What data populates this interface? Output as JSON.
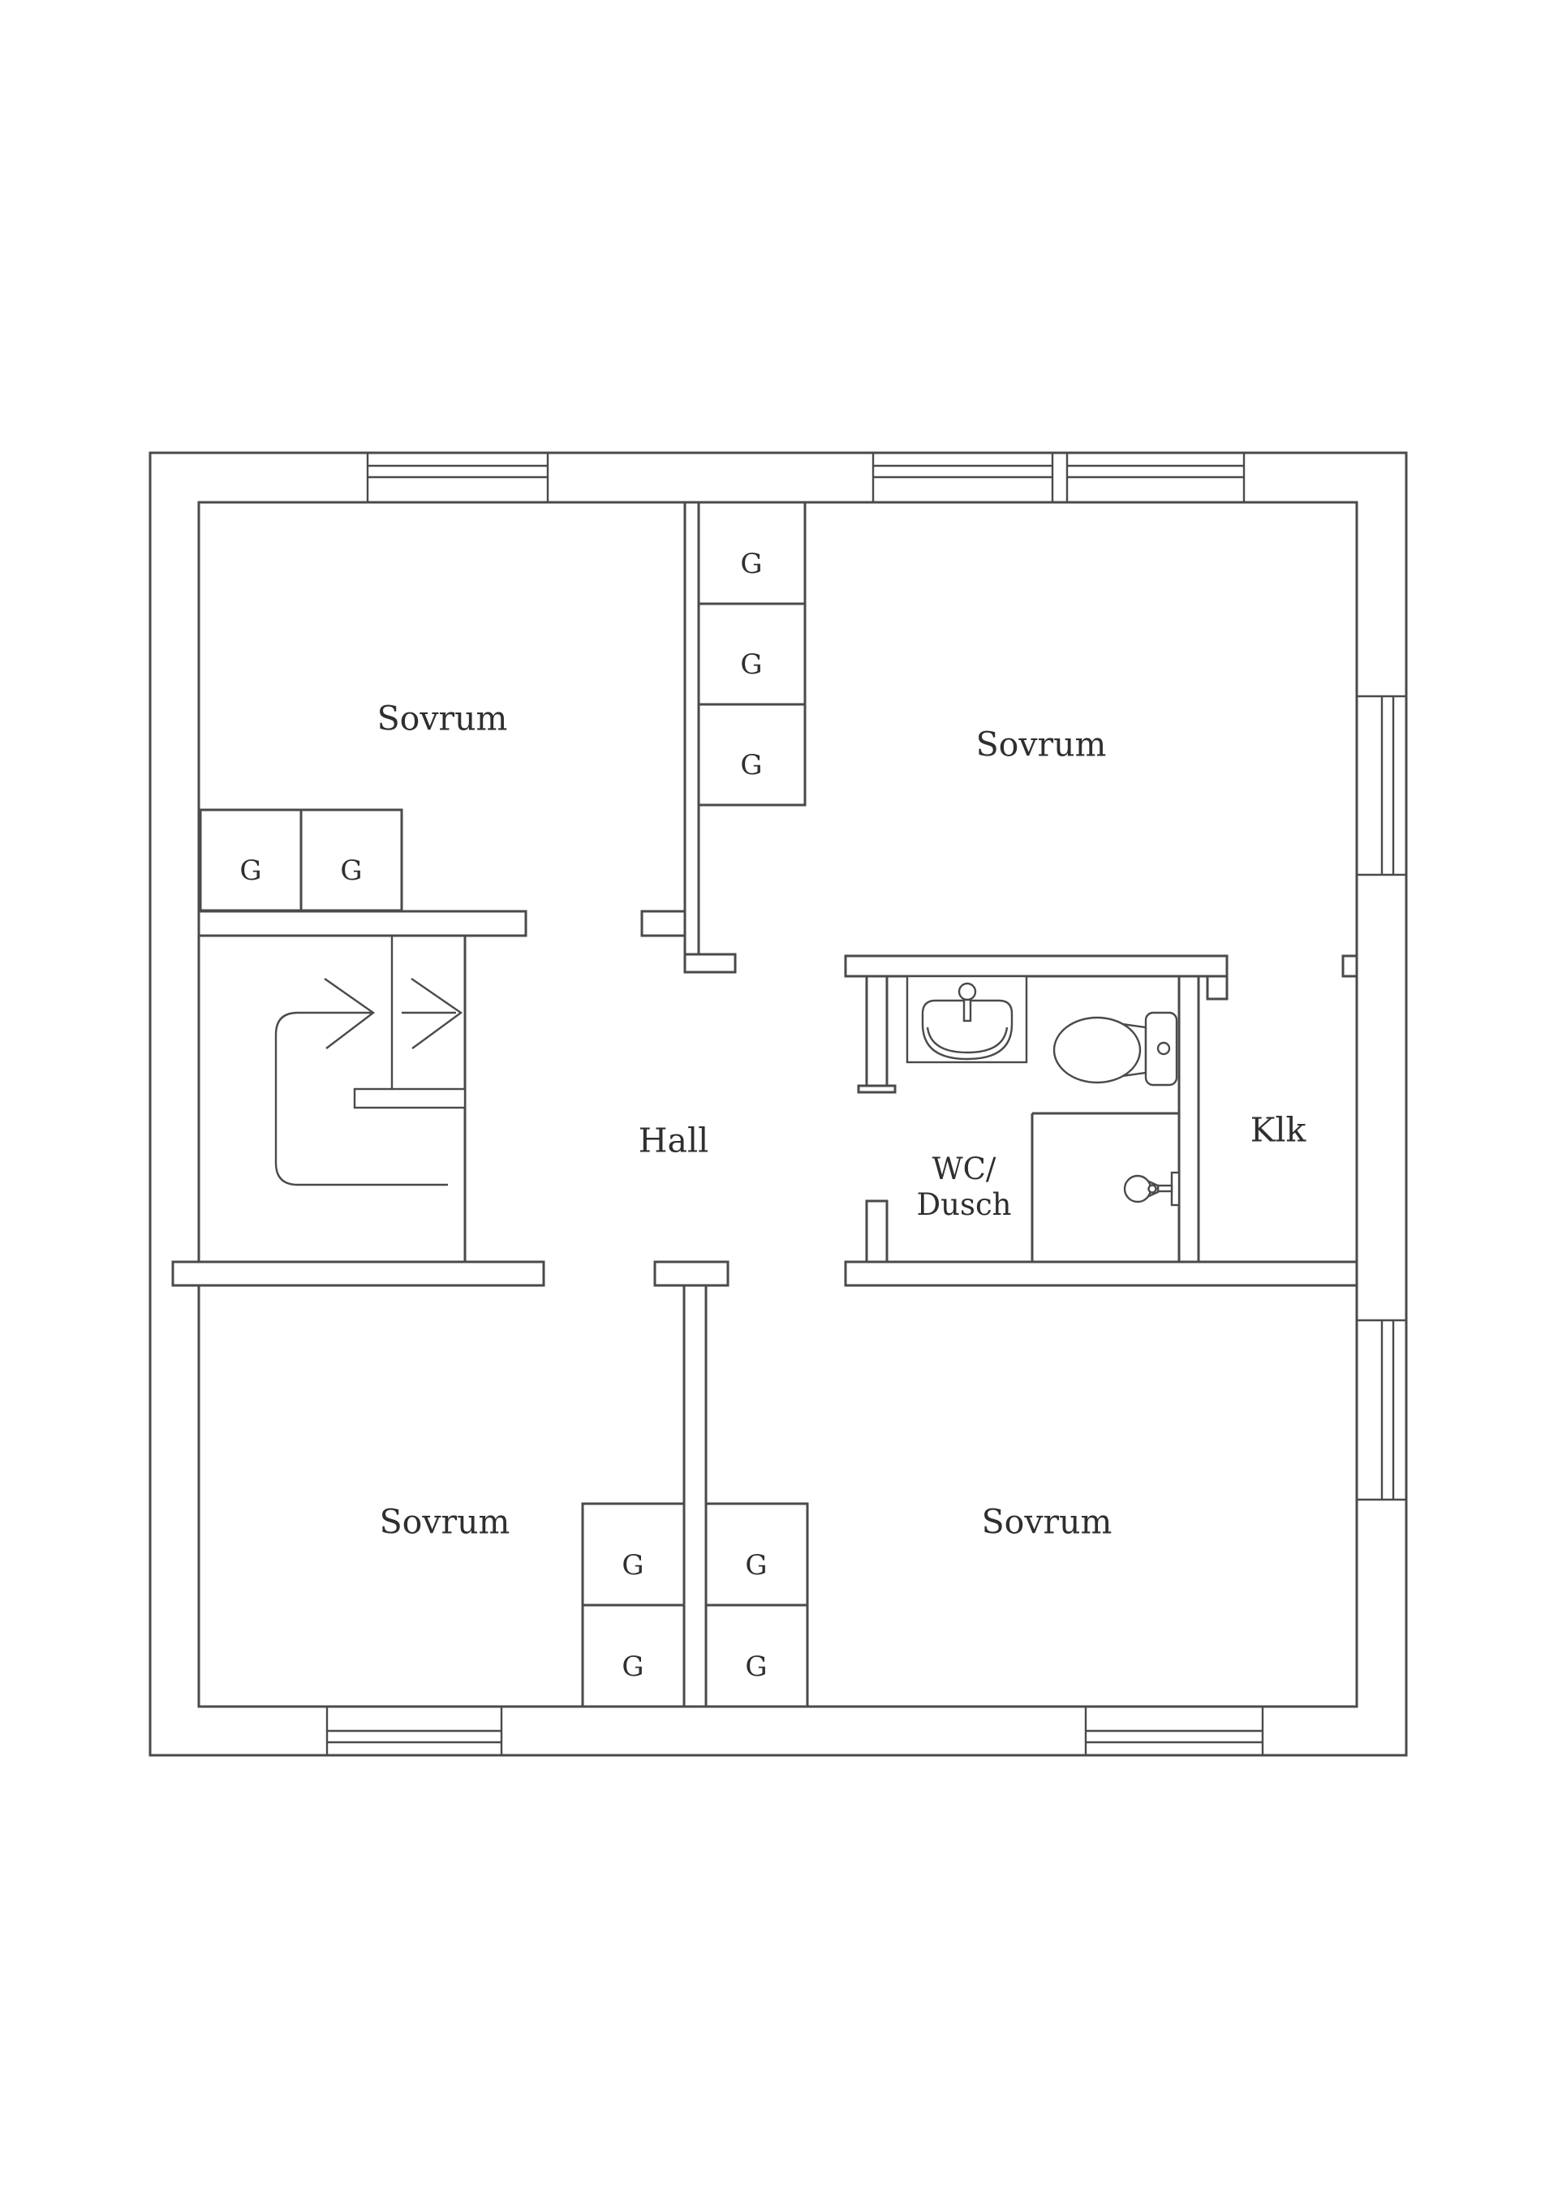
{
  "page": {
    "background": "#ffffff",
    "line_color": "#4a4a4a",
    "text_color": "#2f2f2f",
    "type": "architectural floor plan"
  },
  "labels": {
    "bedroom": "Sovrum",
    "hall": "Hall",
    "wc_line1": "WC/",
    "wc_line2": "Dusch",
    "closet": "Klk",
    "wardrobe": "G"
  },
  "rooms": {
    "bedroom_top_left": "Sovrum",
    "bedroom_top_right": "Sovrum",
    "bedroom_bottom_left": "Sovrum",
    "bedroom_bottom_right": "Sovrum",
    "hall": "Hall",
    "bathroom": "WC/Dusch",
    "walk_in_closet": "Klk",
    "wardrobe_count": 9
  },
  "icons": {
    "sink": "sink-icon",
    "toilet": "toilet-icon",
    "shower": "shower-head-icon",
    "stairs": "stair-direction-arrow-icon",
    "windows": "window-icon"
  }
}
